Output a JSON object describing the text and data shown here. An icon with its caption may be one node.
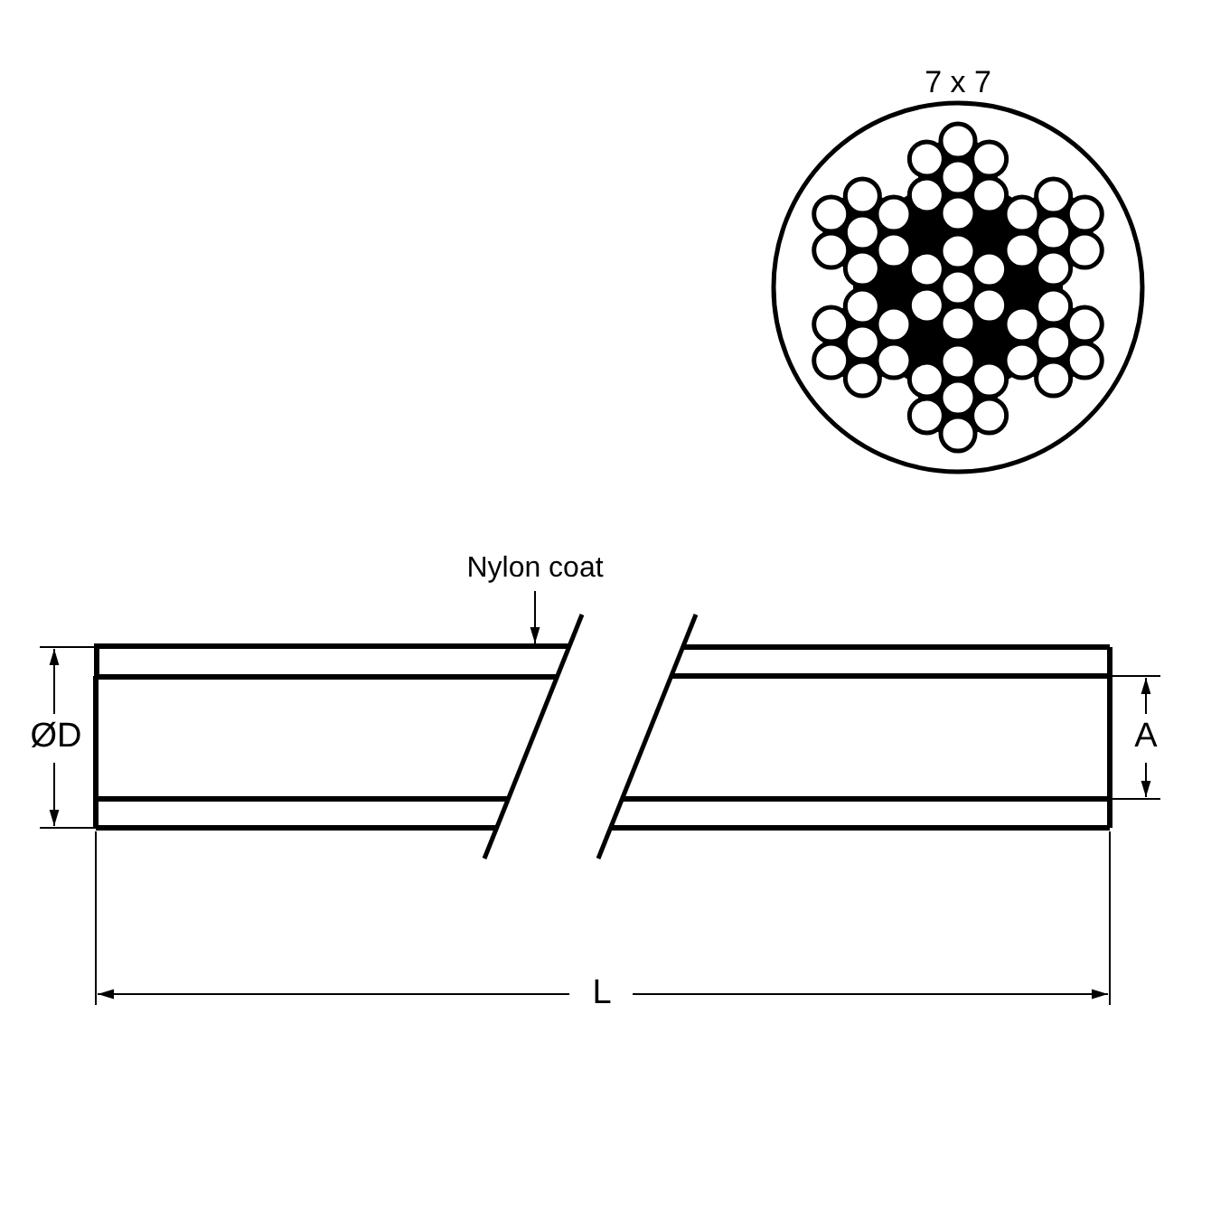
{
  "diagram": {
    "nodes": [
      {
        "text": [
          "Nylon coat"
        ]
      },
      {
        "text": [],
        "shape": "bar"
      }
    ],
    "edges": [
      {
        "from": 0,
        "to": 1,
        "arrow": "to"
      }
    ],
    "labels": [
      "7 x 7",
      "ØD",
      "A",
      "L"
    ]
  }
}
